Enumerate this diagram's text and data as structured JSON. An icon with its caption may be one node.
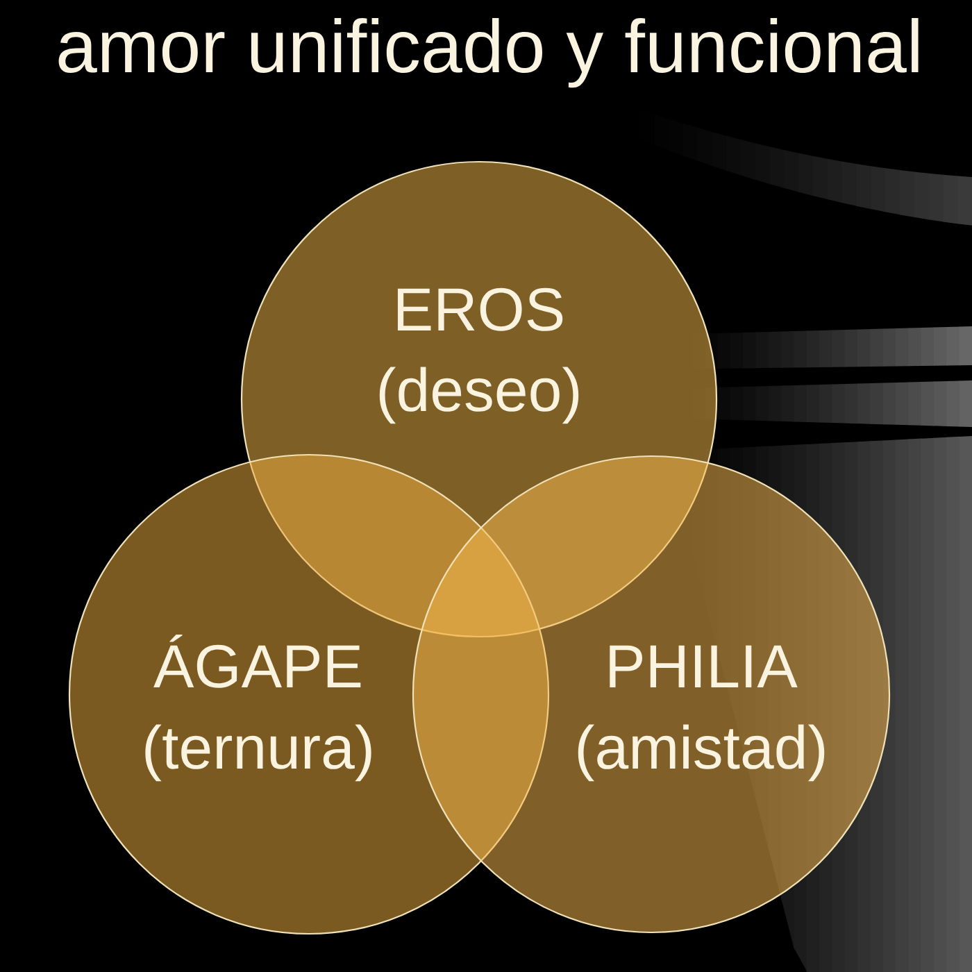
{
  "diagram": {
    "title": "amor unificado y funcional",
    "nodes": [
      {
        "text": [
          "EROS",
          "(deseo)"
        ]
      },
      {
        "text": [
          "ÁGAPE",
          "(ternura)"
        ]
      },
      {
        "text": [
          "PHILIA",
          "(amistad)"
        ]
      }
    ]
  }
}
